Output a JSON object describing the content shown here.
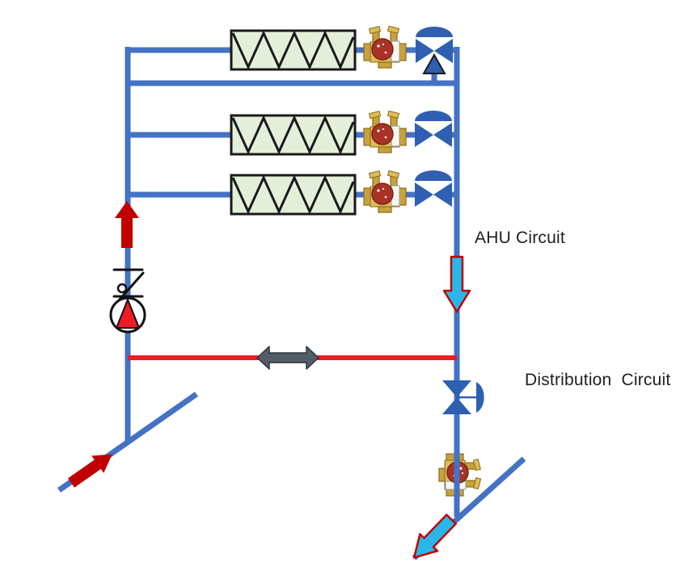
{
  "labels": {
    "ahu_circuit": "AHU Circuit",
    "distribution_circuit": "Distribution  Circuit"
  },
  "colors": {
    "background": "#FFFFFF",
    "text": "#1F1F1F",
    "pipe_blue": "#4472C4",
    "valve_blue": "#2E5FB0",
    "line_red": "#EC1C24",
    "arrow_dark_red": "#C00000",
    "arrow_cyan": "#29B7EA",
    "arrow_gray": "#525C66",
    "coil_fill": "#E4EFDA",
    "coil_border": "#1A1A1A",
    "brass": "#C9A13B",
    "brass_dark": "#8A6D1F",
    "wheel_red": "#A93226",
    "pump_red": "#ED1C24"
  },
  "components": {
    "coil_count": 3,
    "icons": {
      "coil": "heat-exchanger-coil",
      "balancing_valve": "brass-balancing-valve",
      "three_way_valve": "three-way-control-valve",
      "two_way_valve": "two-way-control-valve",
      "distribution_valve": "two-way-valve-vertical",
      "pump": "pump-circle-triangle",
      "check_valve": "check-valve-switch-symbol",
      "flow_up": "red-up-arrow",
      "flow_down": "cyan-down-arrow",
      "bidirectional_flow": "gray-double-arrow",
      "supply_in": "red-diagonal-arrow",
      "return_out": "cyan-diagonal-arrow"
    }
  }
}
